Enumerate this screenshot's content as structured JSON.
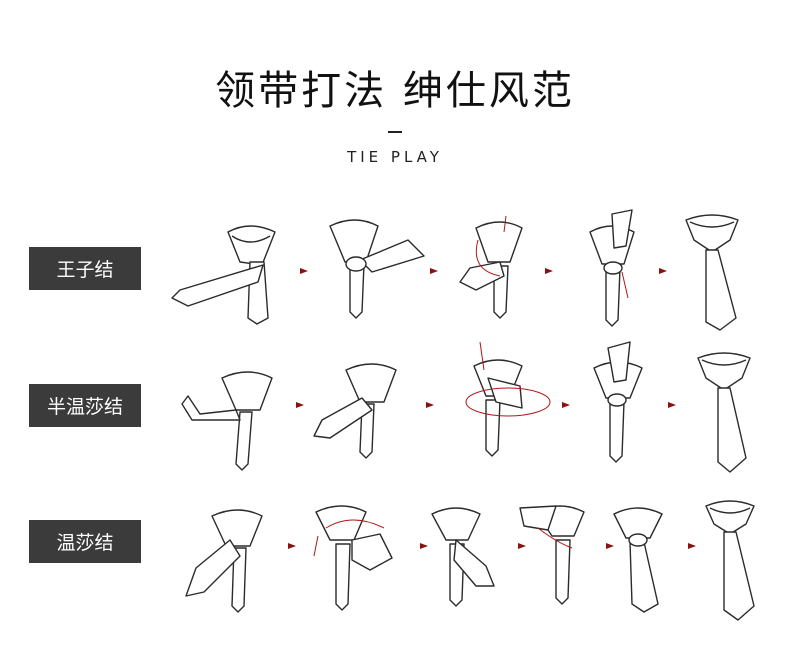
{
  "header": {
    "title": "领带打法 绅仕风范",
    "subtitle": "TIE PLAY"
  },
  "knots": [
    {
      "label": "王子结"
    },
    {
      "label": "半温莎结"
    },
    {
      "label": "温莎结"
    }
  ],
  "colors": {
    "label_bg": "#3b3b3b",
    "arrow": "#8b1010",
    "guide_line": "#b01818"
  }
}
